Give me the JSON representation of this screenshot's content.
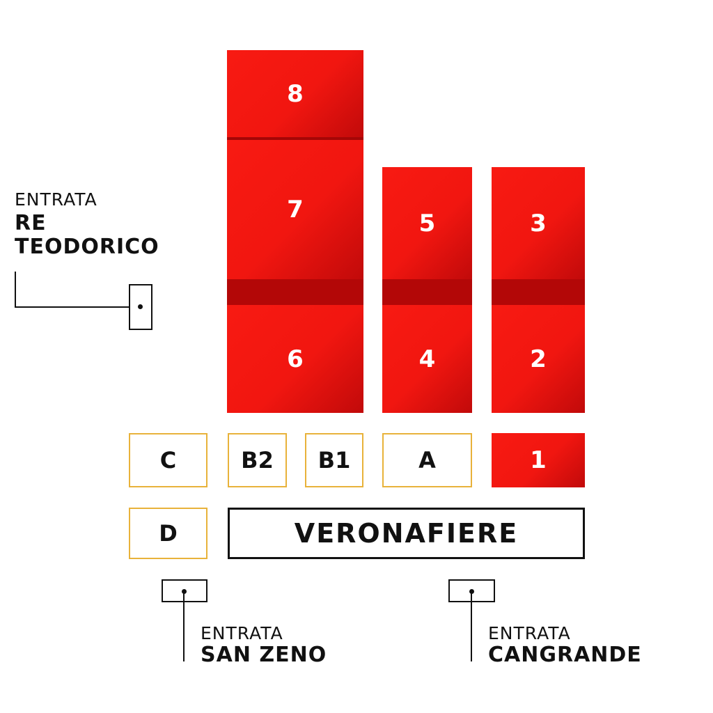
{
  "halls": {
    "h8": "8",
    "h7": "7",
    "h6": "6",
    "h5": "5",
    "h4": "4",
    "h3": "3",
    "h2": "2",
    "h1": "1"
  },
  "pavilions": {
    "c": "C",
    "b2": "B2",
    "b1": "B1",
    "a": "A",
    "d": "D"
  },
  "venue": "VERONAFIERE",
  "entrances": {
    "re_teodorico": {
      "prefix": "ENTRATA",
      "line1": "RE",
      "line2": "TEODORICO"
    },
    "san_zeno": {
      "prefix": "ENTRATA",
      "name": "SAN ZENO"
    },
    "cangrande": {
      "prefix": "ENTRATA",
      "name": "CANGRANDE"
    }
  },
  "colors": {
    "hall_red": "#f11610",
    "hall_band": "#b30707",
    "pavilion_border": "#e8b23a",
    "ink": "#111111"
  }
}
